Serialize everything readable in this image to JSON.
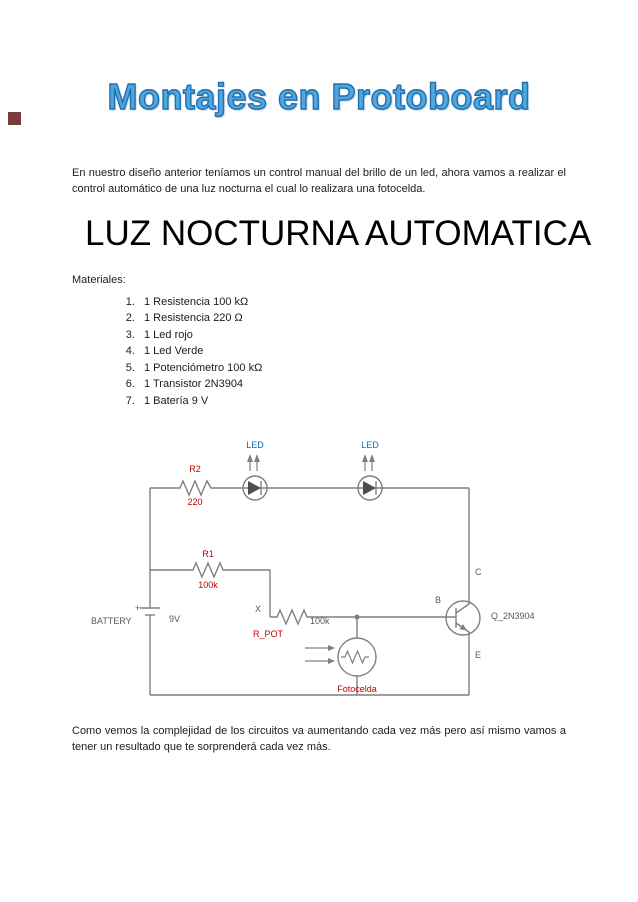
{
  "page": {
    "title": "Montajes en Protoboard",
    "intro": "En nuestro diseño anterior teníamos un control manual del brillo de un led, ahora vamos a realizar el control automático de una luz nocturna el cual lo realizara una fotocelda.",
    "heading": "LUZ NOCTURNA AUTOMATICA",
    "materials_label": "Materiales:",
    "materials": [
      "1 Resistencia 100 kΩ",
      "1 Resistencia 220 Ω",
      "1 Led rojo",
      "1 Led Verde",
      "1 Potenciómetro 100 kΩ",
      "1 Transistor 2N3904",
      "1 Batería 9 V"
    ],
    "closing": "Como vemos la complejidad de los circuitos va aumentando cada vez más pero así mismo vamos a tener un resultado que te sorprenderá cada vez más."
  },
  "diagram": {
    "labels": {
      "led1": "LED",
      "led2": "LED",
      "r2_name": "R2",
      "r2_value": "220",
      "r1_name": "R1",
      "r1_value": "100k",
      "battery_name": "BATTERY",
      "battery_value": "9V",
      "battery_plus": "+",
      "pot_wiper": "X",
      "pot_value": "100k",
      "pot_name": "R_POT",
      "photocell_name": "Fotocelda",
      "transistor_b": "B",
      "transistor_c": "C",
      "transistor_e": "E",
      "transistor_name": "Q_2N3904"
    }
  },
  "colors": {
    "title_fill": "#4FA7DC",
    "title_outline": "#1F6FB5",
    "body_text": "#1C1C1C",
    "wire_gray": "#7F7F7F",
    "label_red": "#C00000",
    "label_blue": "#0070C0",
    "label_gray": "#595959",
    "corner_mark": "#7A3B3B"
  }
}
